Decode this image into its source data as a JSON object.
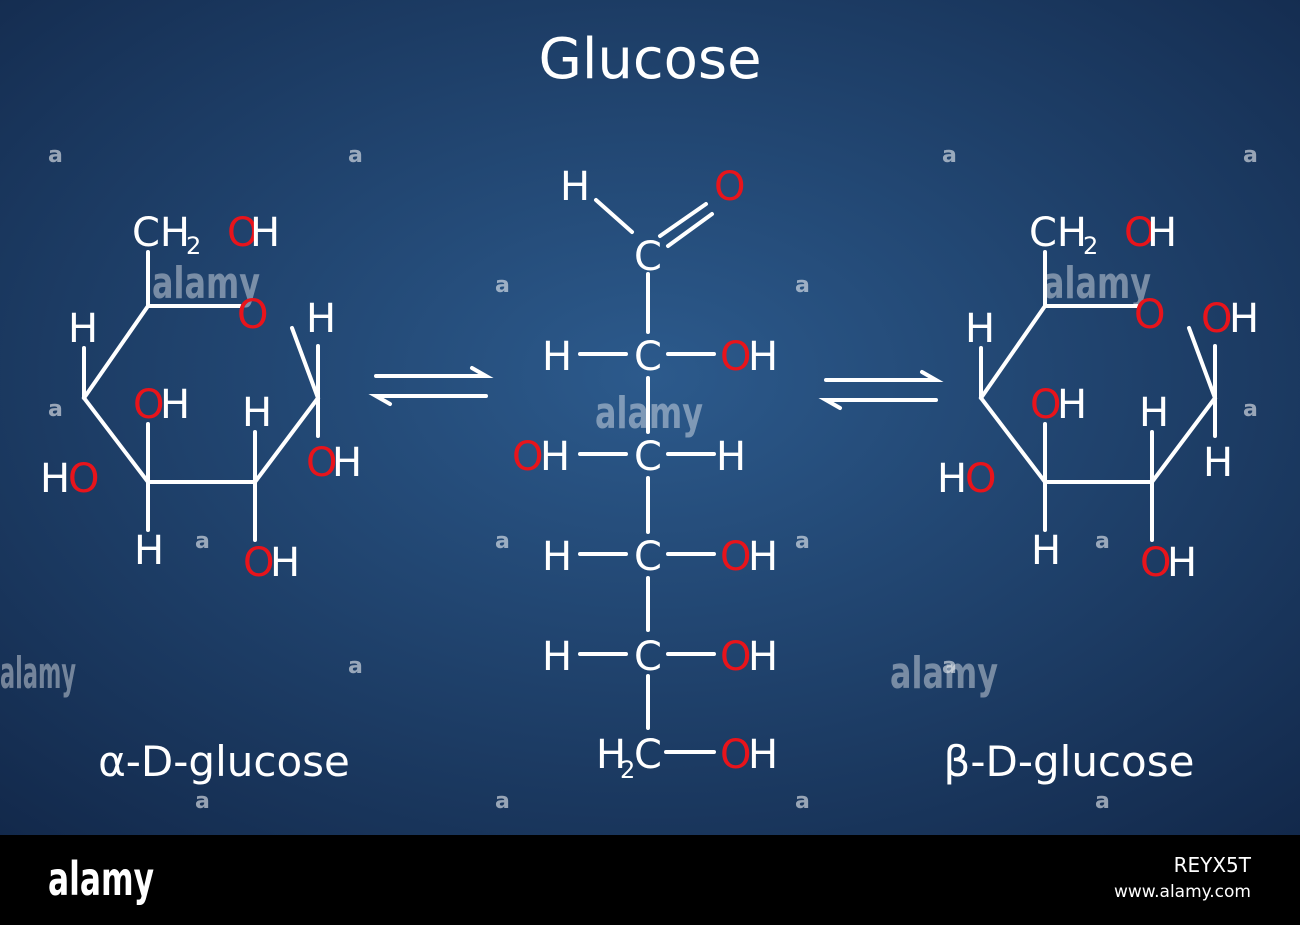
{
  "title": "Glucose",
  "labels": {
    "alpha": "α-D-glucose",
    "beta": "β-D-glucose"
  },
  "watermark": {
    "mark": "a",
    "word": "alamy",
    "footer_logo": "alamy",
    "image_id": "REYX5T",
    "site": "www.alamy.com"
  },
  "colors": {
    "background_center": "#2c5a8c",
    "background_edge": "#12284a",
    "bond": "#ffffff",
    "carbon_hydrogen": "#ffffff",
    "oxygen": "#e8141b",
    "footer": "#000000"
  }
}
